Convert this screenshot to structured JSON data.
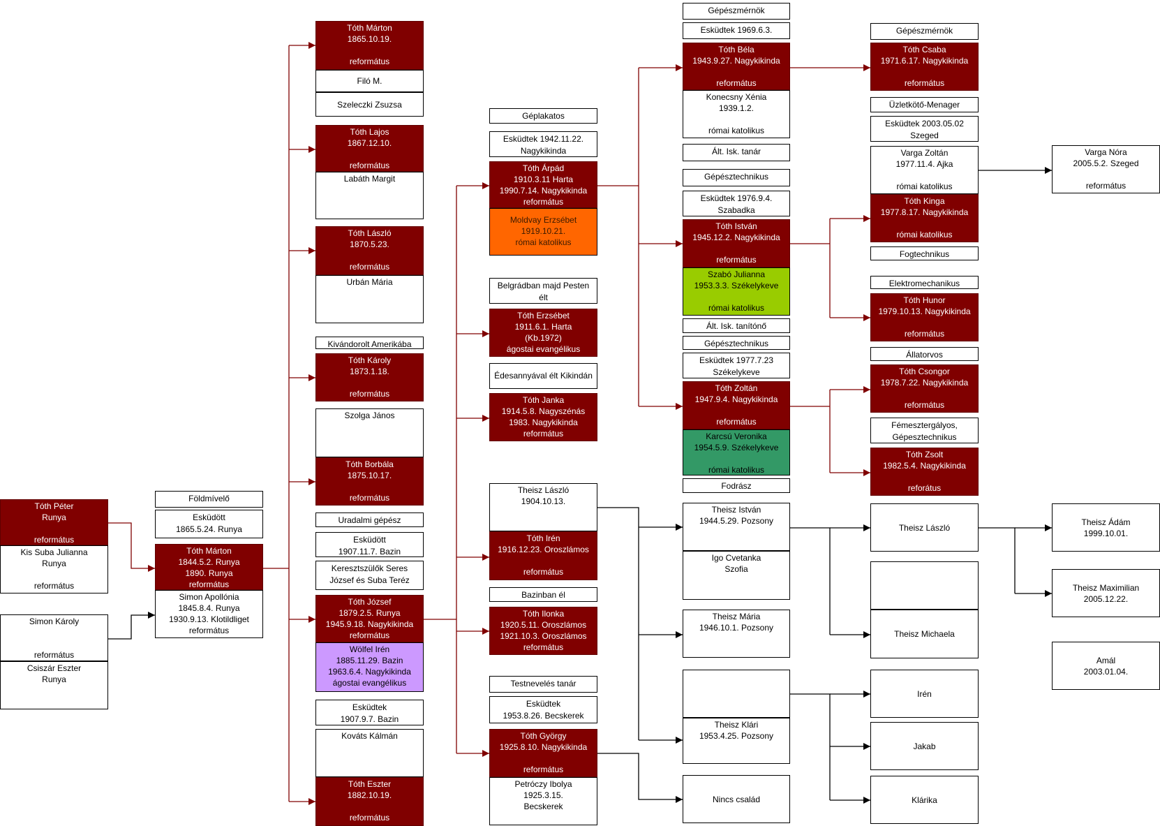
{
  "colors": {
    "person": "#800000",
    "connector_toth": "#800000",
    "connector_theisz": "#000000",
    "spouse_orange": "#ff6600",
    "spouse_lavender": "#cc99ff",
    "spouse_green": "#99cc00",
    "spouse_teal": "#339966"
  },
  "gen1": [
    "Tóth Péter\nRunya\n\nreformátus",
    "Kis Suba Julianna\nRunya\n\nreformátus",
    "Simon Károly\n\n\nreformátus",
    "Csiszár Eszter\nRunya"
  ],
  "gen2": [
    "Földmívelő",
    "Esküdött\n1865.5.24. Runya",
    "Tóth Márton\n1844.5.2. Runya\n1890. Runya\nreformátus",
    "Simon Apollónia\n1845.8.4. Runya\n1930.9.13. Klotildliget\nreformátus"
  ],
  "gen3": [
    "Tóth Márton\n1865.10.19.\n\nreformátus",
    "Filó M.",
    "Szeleczki Zsuzsa",
    "Tóth Lajos\n1867.12.10.\n\nreformátus",
    "Labáth Margit",
    "Tóth László\n1870.5.23.\n\nreformátus",
    "Urbán Mária",
    "Kivándorolt Amerikába",
    "Tóth Károly\n1873.1.18.\n\nreformátus",
    "Szolga János",
    "Tóth Borbála\n1875.10.17.\n\nreformátus",
    "Uradalmi gépész",
    "Esküdött\n1907.11.7. Bazin",
    "Keresztszülők Seres\nJózsef és Suba Teréz",
    "Tóth József\n1879.2.5. Runya\n1945.9.18. Nagykikinda\nreformátus",
    "Wölfel Irén\n1885.11.29. Bazin\n1963.6.4. Nagykikinda\nágostai evangélikus",
    "Esküdtek\n1907.9.7. Bazin",
    "Kováts Kálmán",
    "Tóth Eszter\n1882.10.19.\n\nreformátus"
  ],
  "gen4": [
    "Géplakatos",
    "Esküdtek 1942.11.22.\nNagykikinda",
    "Tóth Árpád\n1910.3.11 Harta\n1990.7.14. Nagykikinda\nreformátus",
    "Moldvay Erzsébet\n1919.10.21.\nrómai katolikus",
    "Belgrádban majd Pesten\nélt",
    "Tóth Erzsébet\n1911.6.1. Harta\n(Kb.1972)\nágostai evangélikus",
    "Édesannyával élt Kikindán",
    "Tóth Janka\n1914.5.8. Nagyszénás\n1983. Nagykikinda\nreformátus",
    "Theisz László\n1904.10.13.",
    "Tóth Irén\n1916.12.23. Oroszlámos\n\nreformátus",
    "Bazinban él",
    "Tóth Ilonka\n1920.5.11. Oroszlámos\n1921.10.3. Oroszlámos\nreformátus",
    "Testnevelés tanár",
    "Esküdtek\n1953.8.26. Becskerek",
    "Tóth György\n1925.8.10. Nagykikinda\n\nreformátus",
    "Petróczy Ibolya\n1925.3.15.\nBecskerek"
  ],
  "gen5": [
    "Gépészmérnök",
    "Esküdtek  1969.6.3.",
    "Tóth Béla\n1943.9.27. Nagykikinda\n\nreformátus",
    "Konecsny Xénia\n1939.1.2.\n\nrómai katolikus",
    "Ált. Isk. tanár",
    "Gépésztechnikus",
    "Esküdtek  1976.9.4.\nSzabadka",
    "Tóth István\n1945.12.2. Nagykikinda\n\nreformátus",
    "Szabó Julianna\n1953.3.3. Székelykeve\n\nrómai katolikus",
    "Ált. Isk. tanítónő",
    "Gépésztechnikus",
    "Esküdtek  1977.7.23\nSzékelykeve",
    "Tóth Zoltán\n1947.9.4. Nagykikinda\n\nreformátus",
    "Karcsú Veronika\n1954.5.9. Székelykeve\n\nrómai katolikus",
    "Fodrász",
    "Theisz István\n1944.5.29. Pozsony",
    "Igo Cvetanka\nSzofia",
    "Theisz Mária\n1946.10.1. Pozsony",
    "",
    "Theisz Klári\n1953.4.25. Pozsony",
    "Nincs család"
  ],
  "gen6": [
    "Gépészmérnök",
    "Tóth Csaba\n1971.6.17. Nagykikinda\n\nreformátus",
    "Üzletkötő-Menager",
    "Esküdtek  2003.05.02\nSzeged",
    "Varga Zoltán\n1977.11.4. Ajka\n\nrómai katolikus",
    "Tóth Kinga\n1977.8.17. Nagykikinda\n\nrómai katolikus",
    "Fogtechnikus",
    "Elektromechanikus",
    "Tóth Hunor\n1979.10.13. Nagykikinda\n\nreformátus",
    "Állatorvos",
    "Tóth Csongor\n1978.7.22. Nagykikinda\n\nreformátus",
    "Fémesztergályos,\nGépesztechnikus",
    "Tóth Zsolt\n1982.5.4. Nagykikinda\n\nreforátus",
    "Theisz László",
    "",
    "Theisz Michaela",
    "Irén",
    "Jakab",
    "Klárika"
  ],
  "gen7": [
    "Varga Nóra\n2005.5.2. Szeged\n\nreformátus",
    "Theisz Ádám\n1999.10.01.",
    "Theisz Maximilian\n2005.12.22.",
    "Amál\n2003.01.04."
  ]
}
